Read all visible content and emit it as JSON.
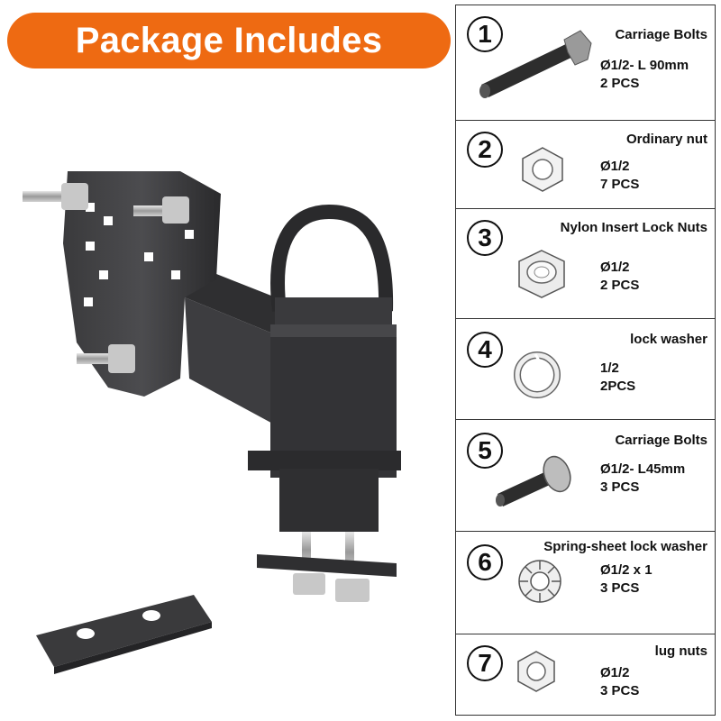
{
  "banner": {
    "title": "Package Includes",
    "color": "#ee6a12"
  },
  "items": [
    {
      "number": "1",
      "name": "Carriage Bolts",
      "spec": "Ø1/2- L 90mm",
      "qty": "2 PCS",
      "icon": "long-carriage-bolt-icon"
    },
    {
      "number": "2",
      "name": "Ordinary nut",
      "spec": "Ø1/2",
      "qty": "7 PCS",
      "icon": "hex-nut-icon"
    },
    {
      "number": "3",
      "name": "Nylon Insert  Lock Nuts",
      "spec": "Ø1/2",
      "qty": "2 PCS",
      "icon": "nylon-lock-nut-icon"
    },
    {
      "number": "4",
      "name": "lock washer",
      "spec": "1/2",
      "qty": "2PCS",
      "icon": "split-lock-washer-icon"
    },
    {
      "number": "5",
      "name": "Carriage Bolts",
      "spec": "Ø1/2- L45mm",
      "qty": "3 PCS",
      "icon": "short-carriage-bolt-icon"
    },
    {
      "number": "6",
      "name": "Spring-sheet lock washer",
      "spec": "Ø1/2 x 1",
      "qty": "3 PCS",
      "icon": "toothed-lock-washer-icon"
    },
    {
      "number": "7",
      "name": "lug nuts",
      "spec": "Ø1/2",
      "qty": "3 PCS",
      "icon": "lug-nut-icon"
    }
  ]
}
